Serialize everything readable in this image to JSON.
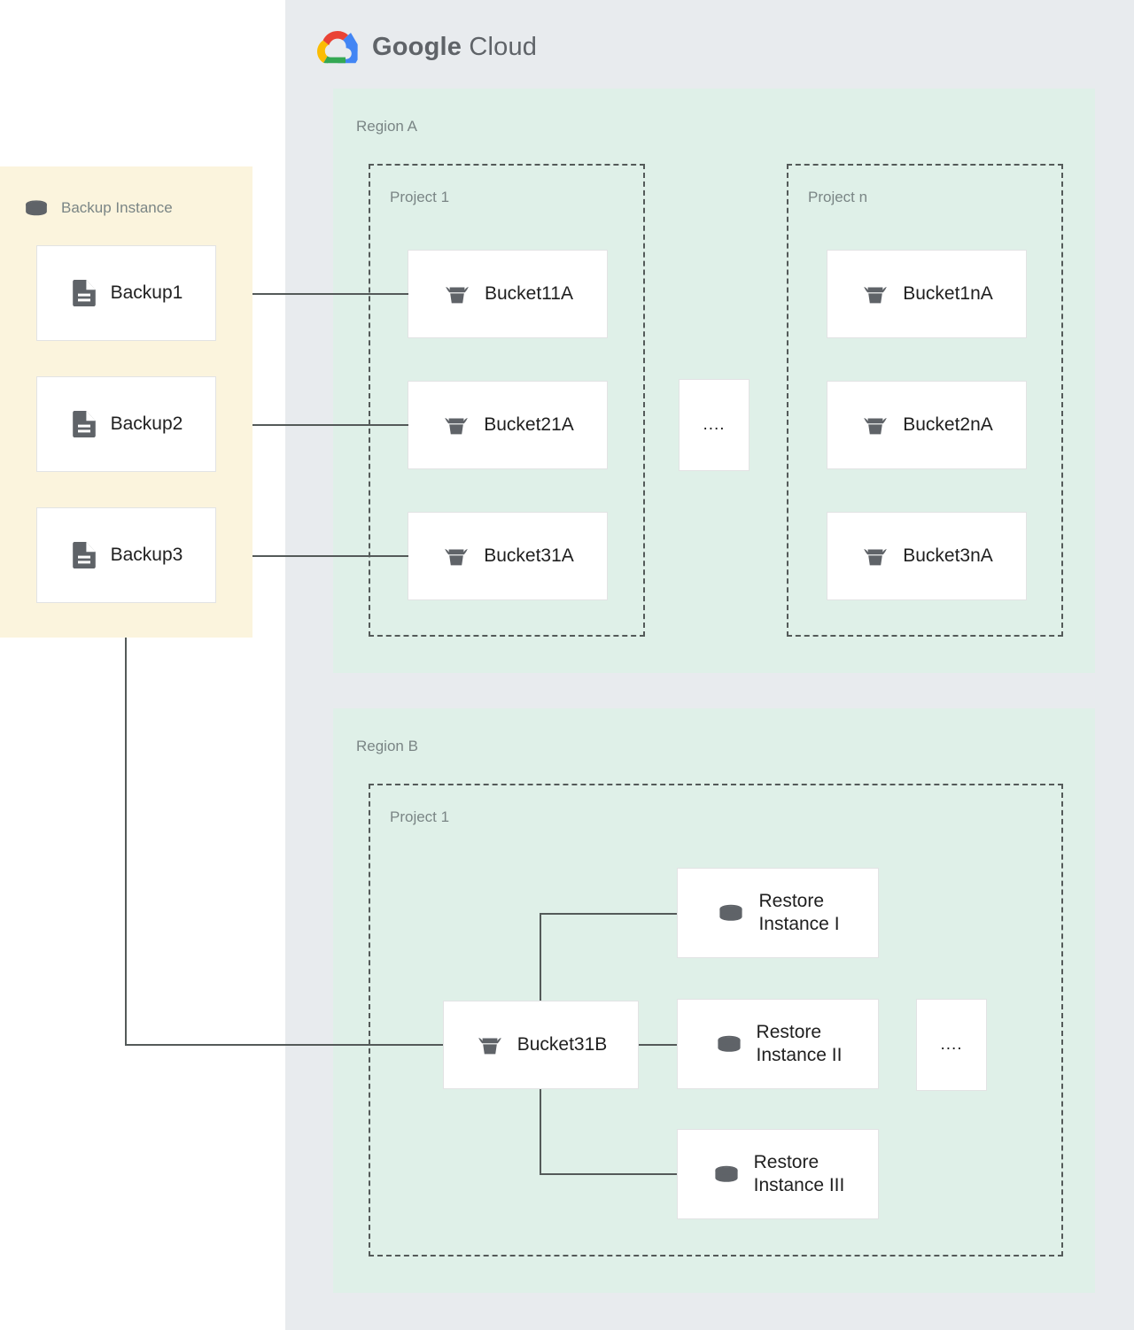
{
  "brand": {
    "name_part1": "Google",
    "name_part2": "Cloud",
    "logo_icon": "google-cloud-logo-icon",
    "colors": {
      "red": "#EA4335",
      "blue": "#4285F4",
      "green": "#34A853",
      "yellow": "#FBBC04"
    }
  },
  "palette": {
    "gcp_panel_bg": "#e8ebee",
    "region_bg": "#dff0e8",
    "backup_zone_bg": "#fbf4dd",
    "card_bg": "#ffffff",
    "card_border": "#e2e3e4",
    "dashed_border": "#545a59",
    "wire": "#545a59",
    "label_text": "#7a8585",
    "node_text": "#1f1f1f",
    "icon_fill": "#5f6368"
  },
  "backup_zone": {
    "title": "Backup Instance",
    "icon": "database-icon",
    "items": [
      {
        "label": "Backup1",
        "icon": "document-icon"
      },
      {
        "label": "Backup2",
        "icon": "document-icon"
      },
      {
        "label": "Backup3",
        "icon": "document-icon"
      }
    ]
  },
  "regions": [
    {
      "label": "Region A",
      "projects": [
        {
          "label": "Project 1",
          "nodes": [
            {
              "label": "Bucket11A",
              "icon": "bucket-icon"
            },
            {
              "label": "Bucket21A",
              "icon": "bucket-icon"
            },
            {
              "label": "Bucket31A",
              "icon": "bucket-icon"
            }
          ]
        },
        {
          "label": "Project n",
          "nodes": [
            {
              "label": "Bucket1nA",
              "icon": "bucket-icon"
            },
            {
              "label": "Bucket2nA",
              "icon": "bucket-icon"
            },
            {
              "label": "Bucket3nA",
              "icon": "bucket-icon"
            }
          ]
        }
      ],
      "ellipsis": "...."
    },
    {
      "label": "Region B",
      "projects": [
        {
          "label": "Project 1",
          "nodes": [
            {
              "label": "Bucket31B",
              "icon": "bucket-icon"
            },
            {
              "label": "Restore\nInstance I",
              "icon": "database-icon"
            },
            {
              "label": "Restore\nInstance II",
              "icon": "database-icon"
            },
            {
              "label": "Restore\nInstance III",
              "icon": "database-icon"
            }
          ]
        }
      ],
      "ellipsis": "...."
    }
  ],
  "connections": [
    {
      "from": "Backup1",
      "to": "Bucket11A"
    },
    {
      "from": "Backup2",
      "to": "Bucket21A"
    },
    {
      "from": "Backup3",
      "to": "Bucket31A"
    },
    {
      "from": "Backup3",
      "to": "Bucket31B"
    },
    {
      "from": "Bucket31B",
      "to": "Restore Instance I"
    },
    {
      "from": "Bucket31B",
      "to": "Restore Instance II"
    },
    {
      "from": "Bucket31B",
      "to": "Restore Instance III"
    }
  ]
}
